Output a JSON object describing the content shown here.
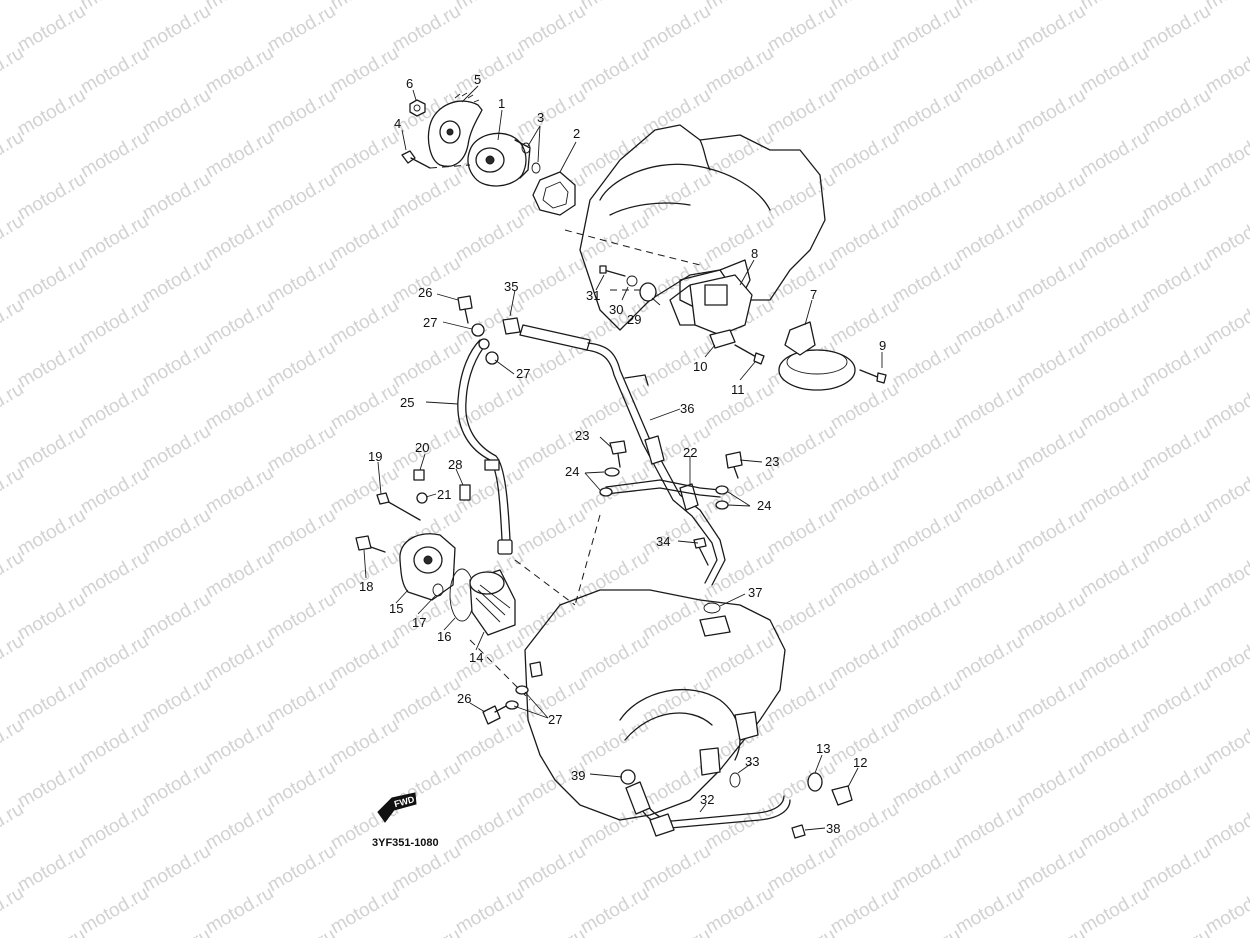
{
  "watermark": "motod.ru",
  "diagram_code": "3YF351-1080",
  "forward_label": "FWD",
  "labels": [
    "1",
    "2",
    "3",
    "4",
    "5",
    "6",
    "7",
    "8",
    "9",
    "10",
    "11",
    "12",
    "13",
    "14",
    "15",
    "16",
    "17",
    "18",
    "19",
    "20",
    "21",
    "22",
    "23",
    "23",
    "24",
    "24",
    "25",
    "26",
    "26",
    "27",
    "27",
    "27",
    "28",
    "29",
    "30",
    "31",
    "32",
    "33",
    "34",
    "35",
    "36",
    "37",
    "38",
    "39"
  ],
  "colors": {
    "line": "#1a1a1a",
    "watermark": "#d2d2d2",
    "background": "#ffffff"
  }
}
